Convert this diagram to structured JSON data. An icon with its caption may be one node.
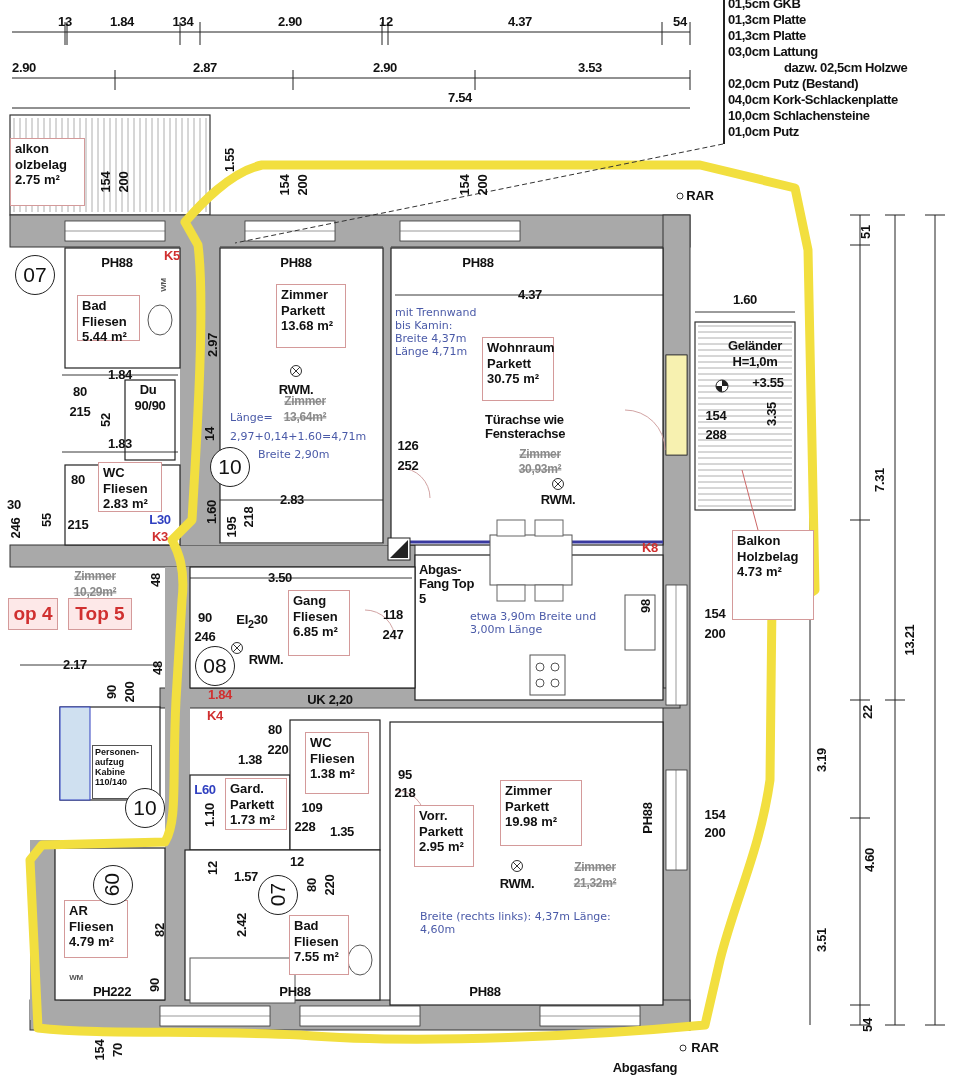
{
  "diagram": {
    "nodes": [
      {
        "text": [
          "alkon",
          "olzbelag",
          "2.75 m²"
        ]
      },
      {
        "text": [
          "Bad",
          "Fliesen",
          "5.44 m²"
        ]
      },
      {
        "text": [
          "Zimmer",
          "Parkett",
          "13.68 m²"
        ]
      },
      {
        "text": [
          "Wohnraum",
          "Parkett",
          "30.75 m²"
        ]
      },
      {
        "text": [
          "Balkon",
          "Holzbelag",
          "4.73 m²"
        ]
      },
      {
        "text": [
          "WC",
          "Fliesen",
          "2.83 m²"
        ]
      },
      {
        "text": [
          "op 4"
        ]
      },
      {
        "text": [
          "Top 5"
        ]
      },
      {
        "text": [
          "Gang",
          "Fliesen",
          "6.85 m²"
        ]
      },
      {
        "text": [
          "WC",
          "Fliesen",
          "1.38 m²"
        ]
      },
      {
        "text": [
          "Gard.",
          "Parkett",
          "1.73 m²"
        ]
      },
      {
        "text": [
          "Vorr.",
          "Parkett",
          "2.95 m²"
        ]
      },
      {
        "text": [
          "Zimmer",
          "Parkett",
          "19.98 m²"
        ]
      },
      {
        "text": [
          "AR",
          "Fliesen",
          "4.79 m²"
        ]
      },
      {
        "text": [
          "Bad",
          "Fliesen",
          "7.55 m²"
        ]
      },
      {
        "text": [
          "Personen- aufzug Kabine 110/140"
        ]
      },
      {
        "text": [
          "07"
        ]
      },
      {
        "text": [
          "10"
        ]
      },
      {
        "text": [
          "08"
        ]
      },
      {
        "text": [
          "10"
        ]
      },
      {
        "text": [
          "09"
        ]
      },
      {
        "text": [
          "07"
        ]
      },
      {
        "text": [
          "01,5cm GKB",
          "01,3cm Platte",
          "01,3cm Platte",
          "03,0cm Lattung",
          "dazw. 02,5cm Holzwe",
          "02,0cm Putz (Bestand)",
          "04,0cm Kork-Schlackenplatte",
          "10,0cm Schlachensteine",
          "01,0cm Putz"
        ]
      }
    ],
    "edges": [
      {
        "from": 22,
        "to": null,
        "arrow": "none",
        "style": "dashed"
      },
      {
        "from": 4,
        "to": null,
        "arrow": "none",
        "color": "#cc6666"
      }
    ],
    "labels": [
      "13",
      "1.84",
      "134",
      "2.90",
      "12",
      "4.37",
      "54",
      "2.90",
      "2.87",
      "2.90",
      "3.53",
      "7.54",
      "1.55",
      "154",
      "200",
      "154",
      "200",
      "154",
      "200",
      "RAR",
      "51",
      "PH88",
      "PH88",
      "PH88",
      "K5",
      "WM",
      "4.37",
      "1.60",
      "2.97",
      "mit Trennwand bis Kamin: Breite 4,37m Länge 4,71m",
      "Geländer",
      "H=1,0m",
      "1.84",
      "80",
      "Du",
      "RWM.",
      "+3.55",
      "90/90",
      "Zimmer",
      "215",
      "52",
      "Länge=",
      "13,64m²",
      "3.35",
      "14",
      "2,97+0,14+1.60=4,71m",
      "Breite 2,90m",
      "126",
      "252",
      "154",
      "288",
      "Türachse wie Fensterachse",
      "Zimmer",
      "30,93m²",
      "RWM.",
      "7.31",
      "1.83",
      "30",
      "246",
      "55",
      "80",
      "215",
      "L30",
      "K3",
      "1.60",
      "195",
      "218",
      "2.83",
      "K8",
      "Zimmer",
      "10,29m²",
      "48",
      "3.50",
      "Abgas-Fang Top 5",
      "98",
      "90",
      "246",
      "EI$_{2}$30",
      "RWM.",
      "118",
      "247",
      "etwa 3,90m Breite und 3,00m Länge",
      "154",
      "200",
      "2.17",
      "48",
      "90",
      "200",
      "1.84",
      "UK 2,20",
      "K4",
      "80",
      "220",
      "1.38",
      "L60",
      "95",
      "218",
      "1.10",
      "109",
      "228",
      "1.35",
      "PH88",
      "154",
      "200",
      "3.19",
      "22",
      "RWM.",
      "Zimmer",
      "21,32m²",
      "4.60",
      "12",
      "1.57",
      "12",
      "80",
      "220",
      "2.42",
      "82",
      "Breite (rechts links): 4,37m Länge: 4,60m",
      "3.51",
      "WM",
      "PH222",
      "90",
      "PH88",
      "PH88",
      "54",
      "13.21",
      "154",
      "70",
      "RAR",
      "Abgasfang"
    ]
  }
}
